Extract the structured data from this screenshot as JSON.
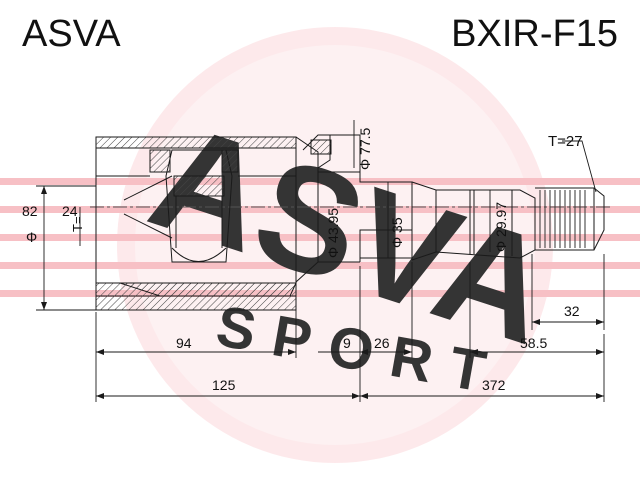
{
  "header": {
    "brand": "ASVA",
    "part_number": "BXIR-F15"
  },
  "watermark": {
    "brand": "ASVA",
    "sport": "SPORT",
    "color": "#e8424d"
  },
  "dimensions": {
    "thread_spec": "T=27",
    "joint_od_value": "82",
    "joint_od_prefix": "Φ",
    "spline_count": "24",
    "spline_prefix": "T=",
    "flange_dia": "Φ 77.5",
    "body_dia": "Φ 43.95",
    "shaft_dia": "Φ 35",
    "stub_dia": "Φ 29.97",
    "thread_len": "32",
    "stub_len": "58.5",
    "housing_len": "94",
    "gap_len": "9",
    "collar_len": "26",
    "joint_len": "125",
    "overall_len": "372"
  },
  "colors": {
    "line": "#1a1a1a",
    "hatch": "#444444"
  }
}
